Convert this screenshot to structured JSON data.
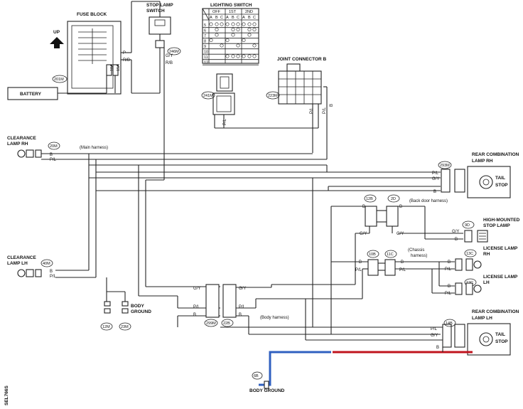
{
  "labels": {
    "fuse_block": "FUSE BLOCK",
    "up": "UP",
    "battery": "BATTERY",
    "stop_lamp_switch_1": "STOP LAMP",
    "stop_lamp_switch_2": "SWITCH",
    "lighting_switch": "LIGHTING SWITCH",
    "joint_connector_b": "JOINT CONNECTOR B",
    "clearance_rh_1": "CLEARANCE",
    "clearance_rh_2": "LAMP RH",
    "clearance_lh_1": "CLEARANCE",
    "clearance_lh_2": "LAMP LH",
    "main_harness": "(Main harness)",
    "body_harness": "(Body harness)",
    "back_door_harness": "(Back door harness)",
    "chassis_harness_1": "(Chassis",
    "chassis_harness_2": "harness)",
    "rear_combo_rh_1": "REAR COMBINATION",
    "rear_combo_rh_2": "LAMP RH",
    "rear_combo_lh_1": "REAR COMBINATION",
    "rear_combo_lh_2": "LAMP LH",
    "high_mounted_1": "HIGH-MOUNTED",
    "high_mounted_2": "STOP LAMP",
    "license_rh_1": "LICENSE LAMP",
    "license_rh_2": "RH",
    "license_lh_1": "LICENSE LAMP",
    "license_lh_2": "LH",
    "tail": "TAIL",
    "stop": "STOP",
    "body_ground_1": "BODY",
    "body_ground_2": "GROUND",
    "body_ground_bottom": "BODY GROUND",
    "figure_code": "SEL766S"
  },
  "connectors": {
    "c201M": "201M",
    "c246M": "246M",
    "c241M": "241M",
    "c223M": "223M",
    "c20M": "20M",
    "c40M": "40M",
    "c12M": "12M",
    "c23M": "23M",
    "c299M": "299M",
    "c22B": "22B",
    "c293M": "293M",
    "c12B": "12B",
    "c2D": "2D",
    "c9D": "9D",
    "c10B": "10B",
    "c11C": "11C",
    "c13C": "13C",
    "c12C": "12C",
    "c14B": "14B",
    "c6B": "6B"
  },
  "wires": {
    "P": "P",
    "RB": "R/B",
    "B": "B",
    "PL": "P/L",
    "GY": "G/Y",
    "stop_sw_wires": "G/Y R/B",
    "ten_a": "10A",
    "fifteen_a": "15A"
  },
  "lighting_switch": {
    "header": [
      "OFF",
      "1ST",
      "2ND"
    ],
    "subheader": [
      "A",
      "B",
      "C",
      "A",
      "B",
      "C",
      "A",
      "B",
      "C"
    ],
    "rows": [
      "5",
      "6",
      "7",
      "8",
      "9",
      "10",
      "11",
      "12"
    ]
  },
  "colors": {
    "ground_highlight": "#3060c0",
    "b_highlight": "#c0141e",
    "line": "#222222"
  }
}
